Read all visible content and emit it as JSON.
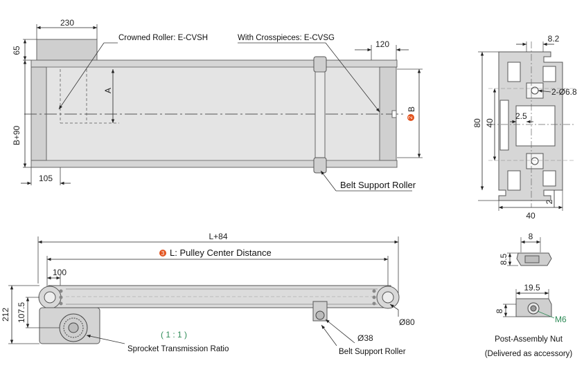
{
  "top_view": {
    "dim_width_230": "230",
    "dim_65": "65",
    "dim_b90": "B+90",
    "dim_105": "105",
    "dim_120": "120",
    "dim_a": "A",
    "dim_b": "B",
    "callout_crowned": "Crowned Roller: E-CVSH",
    "callout_crosspieces": "With Crosspieces: E-CVSG",
    "callout_belt_support": "Belt Support Roller"
  },
  "side_view": {
    "dim_l84": "L+84",
    "dim_l": "L: Pulley Center Distance",
    "dim_100": "100",
    "dim_212": "212",
    "dim_107_5": "107.5",
    "dim_d80": "Ø80",
    "dim_d38": "Ø38",
    "ratio": "( 1 : 1 )",
    "callout_sprocket": "Sprocket Transmission Ratio",
    "callout_belt_support": "Belt Support Roller"
  },
  "profile": {
    "dim_8_2": "8.2",
    "dim_hole": "2-Ø6.8",
    "dim_2_5": "2.5",
    "dim_80": "80",
    "dim_40_v": "40",
    "dim_40_h": "40",
    "dim_2": "2"
  },
  "nut": {
    "dim_8": "8",
    "dim_8_5": "8.5",
    "dim_19_5": "19.5",
    "dim_8b": "8",
    "thread": "M6",
    "caption_line1": "Post-Assembly Nut",
    "caption_line2": "(Delivered as accessory)"
  },
  "markers": {
    "b_marker": "2",
    "l_marker": "3"
  },
  "colors": {
    "frame_fill": "#dcdcdc",
    "frame_stroke": "#555555",
    "marker": "#e2521d",
    "thread_label": "#2e8b57"
  }
}
